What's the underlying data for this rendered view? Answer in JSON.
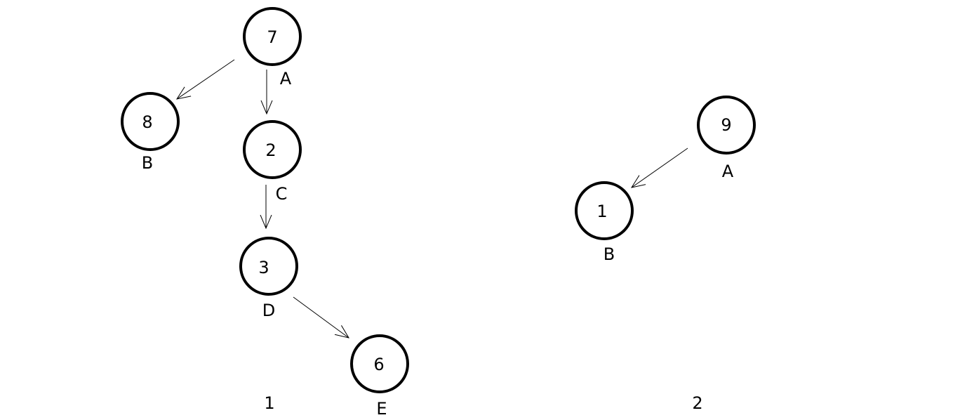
{
  "graphs": [
    {
      "caption": "1",
      "nodes": [
        {
          "id": "A",
          "value": "7",
          "label": "A"
        },
        {
          "id": "B",
          "value": "8",
          "label": "B"
        },
        {
          "id": "C",
          "value": "2",
          "label": "C"
        },
        {
          "id": "D",
          "value": "3",
          "label": "D"
        },
        {
          "id": "E",
          "value": "6",
          "label": "E"
        }
      ],
      "edges": [
        {
          "from": "A",
          "to": "B"
        },
        {
          "from": "A",
          "to": "C"
        },
        {
          "from": "C",
          "to": "D"
        },
        {
          "from": "D",
          "to": "E"
        }
      ]
    },
    {
      "caption": "2",
      "nodes": [
        {
          "id": "A",
          "value": "9",
          "label": "A"
        },
        {
          "id": "B",
          "value": "1",
          "label": "B"
        }
      ],
      "edges": [
        {
          "from": "A",
          "to": "B"
        }
      ]
    }
  ]
}
